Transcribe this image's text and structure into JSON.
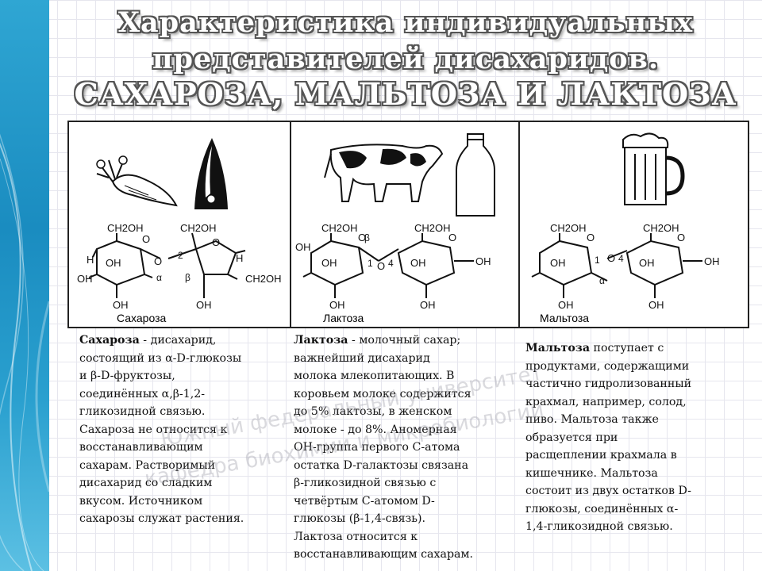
{
  "title": {
    "line1": "Характеристика индивидуальных",
    "line2": "представителей дисахаридов.",
    "line3": "САХАРОЗА, МАЛЬТОЗА И ЛАКТОЗА"
  },
  "figures": {
    "sucrose_caption": "Сахароза",
    "lactose_caption": "Лактоза",
    "maltose_caption": "Мальтоза",
    "ch2oh": "CH2OH",
    "oh": "OH",
    "h": "H",
    "o": "O",
    "alpha": "α",
    "beta": "β",
    "num1": "1",
    "num2": "2",
    "num4": "4"
  },
  "descriptions": {
    "sucrose_term": "Сахароза",
    "sucrose_text": " - дисахарид,\nсостоящий из α-D-глюкозы\nи β-D-фруктозы,\nсоединённых α,β-1,2-\nгликозидной связью.\nСахароза не относится к\nвосстанавливающим\nсахарам. Растворимый\nдисахарид со сладким\nвкусом. Источником\nсахарозы служат растения.",
    "lactose_term": "Лактоза",
    "lactose_text": " - молочный сахар;\nважнейший дисахарид\nмолока млекопитающих. В\nкоровьем молоке содержится\nдо 5% лактозы, в женском\nмолоке - до 8%. Аномерная\nOH-группа первого C-атома\nостатка D-галактозы связана\nβ-гликозидной связью с\nчетвёртым C-атомом D-\nглюкозы (β-1,4-связь).\nЛактоза относится к\nвосстанавливающим сахарам.",
    "maltose_term": "Мальтоза",
    "maltose_text": " поступает с\nпродуктами, содержащими\nчастично гидролизованный\nкрахмал, например, солод,\nпиво. Мальтоза также\nобразуется при\nрасщеплении крахмала в\nкишечнике. Мальтоза\nсостоит из двух остатков D-\nглюкозы, соединённых α-\n1,4-гликозидной связью."
  },
  "watermark": {
    "line1": "Южный федеральный университет",
    "line2": "кафедра биохимии и микробиологии"
  },
  "colors": {
    "band": "#1a8cc0",
    "title_outline": "#555555"
  }
}
